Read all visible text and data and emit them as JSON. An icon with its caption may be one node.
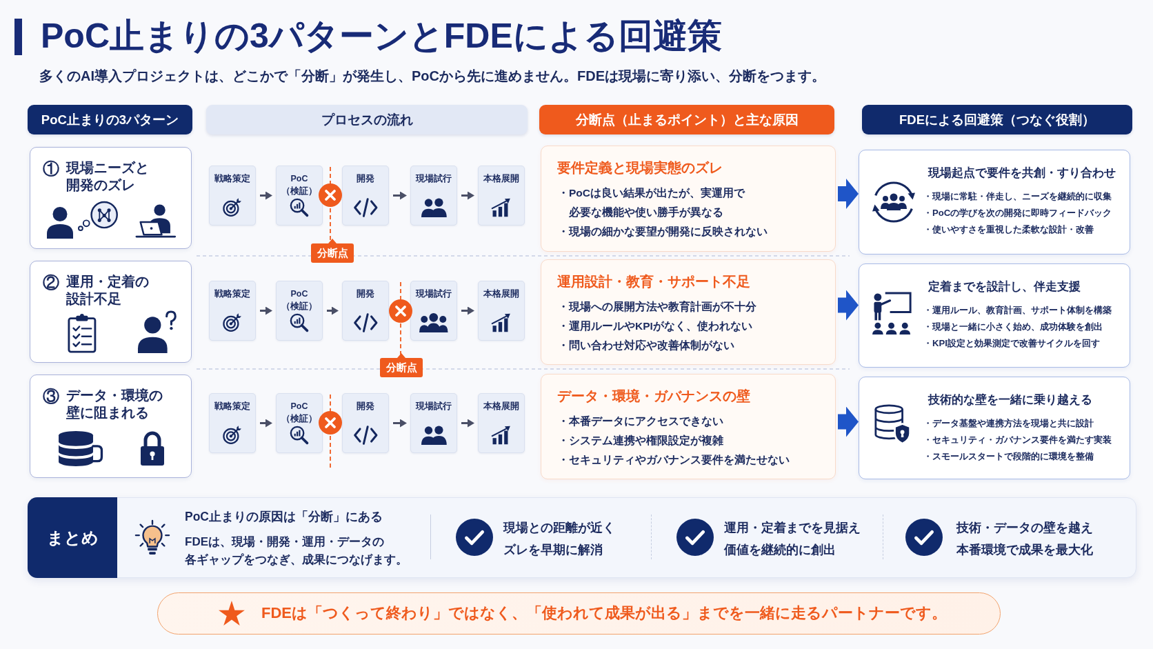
{
  "diagram": {
    "title": "PoC止まりの3パターンとFDEによる回避策",
    "nodes": [
      {
        "text": [
          "PoC止まりの3パターン"
        ]
      },
      {
        "text": [
          "プロセスの流れ"
        ]
      },
      {
        "text": [
          "分断点（止まるポイント）と主な原因"
        ]
      },
      {
        "text": [
          "FDEによる回避策（つなぐ役割）"
        ]
      },
      {
        "text": [
          "①",
          "現場ニーズと開発のズレ"
        ]
      },
      {
        "text": [
          "戦略策定"
        ]
      },
      {
        "text": [
          "PoC（検証）"
        ]
      },
      {
        "text": [
          "開発"
        ]
      },
      {
        "text": [
          "現場試行"
        ]
      },
      {
        "text": [
          "本格展開"
        ]
      },
      {
        "text": [
          "分断点"
        ]
      },
      {
        "text": [
          "要件定義と現場実態のズレ",
          "・PoCは良い結果が出たが、実運用で必要な機能や使い勝手が異なる",
          "・現場の細かな要望が開発に反映されない"
        ]
      },
      {
        "text": [
          "現場起点で要件を共創・すり合わせ",
          "・現場に常駐・伴走し、ニーズを継続的に収集",
          "・PoCの学びを次の開発に即時フィードバック",
          "・使いやすさを重視した柔軟な設計・改善"
        ]
      },
      {
        "text": [
          "②",
          "運用・定着の設計不足"
        ]
      },
      {
        "text": [
          "戦略策定"
        ]
      },
      {
        "text": [
          "PoC（検証）"
        ]
      },
      {
        "text": [
          "開発"
        ]
      },
      {
        "text": [
          "現場試行"
        ]
      },
      {
        "text": [
          "本格展開"
        ]
      },
      {
        "text": [
          "分断点"
        ]
      },
      {
        "text": [
          "運用設計・教育・サポート不足",
          "・現場への展開方法や教育計画が不十分",
          "・運用ルールやKPIがなく、使われない",
          "・問い合わせ対応や改善体制がない"
        ]
      },
      {
        "text": [
          "定着までを設計し、伴走支援",
          "・運用ルール、教育計画、サポート体制を構築",
          "・現場と一緒に小さく始め、成功体験を創出",
          "・KPI設定と効果測定で改善サイクルを回す"
        ]
      },
      {
        "text": [
          "③",
          "データ・環境の壁に阻まれる"
        ]
      },
      {
        "text": [
          "戦略策定"
        ]
      },
      {
        "text": [
          "PoC（検証）"
        ]
      },
      {
        "text": [
          "開発"
        ]
      },
      {
        "text": [
          "現場試行"
        ]
      },
      {
        "text": [
          "本格展開"
        ]
      },
      {
        "text": [
          "データ・環境・ガバナンスの壁",
          "・本番データにアクセスできない",
          "・システム連携や権限設定が複雑",
          "・セキュリティやガバナンス要件を満たせない"
        ]
      },
      {
        "text": [
          "技術的な壁を一緒に乗り越える",
          "・データ基盤や連携方法を現場と共に設計",
          "・セキュリティ・ガバナンス要件を満たす実装",
          "・スモールスタートで段階的に環境を整備"
        ]
      },
      {
        "text": [
          "PoC止まりの原因は「分断」にある",
          "FDEは、現場・開発・運用・データの各ギャップをつなぎ、成果につなげます。",
          "現場との距離が近くズレを早期に解消",
          "運用・定着までを見据え価値を継続的に創出",
          "技術・データの壁を越え本番環境で成果を最大化"
        ]
      },
      {
        "text": [
          "まとめ"
        ],
        "in": 30
      },
      {
        "text": [
          "FDEは「つくって終わり」ではなく、「使われて成果が出る」までを一緒に走るパートナーです。"
        ]
      }
    ],
    "edges": [
      {
        "from": 5,
        "to": 6,
        "arrow": "to"
      },
      {
        "from": 7,
        "to": 8,
        "arrow": "to"
      },
      {
        "from": 8,
        "to": 9,
        "arrow": "to"
      },
      {
        "from": 11,
        "to": 12,
        "arrow": "to",
        "style": "thick",
        "color": "#1f55c8"
      },
      {
        "from": 14,
        "to": 15,
        "arrow": "to"
      },
      {
        "from": 15,
        "to": 16,
        "arrow": "to"
      },
      {
        "from": 17,
        "to": 18,
        "arrow": "to"
      },
      {
        "from": 20,
        "to": 21,
        "arrow": "to",
        "style": "thick",
        "color": "#1f55c8"
      },
      {
        "from": 23,
        "to": 24,
        "arrow": "to"
      },
      {
        "from": 25,
        "to": 26,
        "arrow": "to"
      },
      {
        "from": 26,
        "to": 27,
        "arrow": "to"
      },
      {
        "from": 28,
        "to": 29,
        "arrow": "to",
        "style": "thick",
        "color": "#1f55c8"
      }
    ],
    "labels": [
      "多くのAI導入プロジェクトは、どこかで「分断」が発生し、PoCから先に進めません。FDEは現場に寄り添い、分断をつます。"
    ]
  }
}
